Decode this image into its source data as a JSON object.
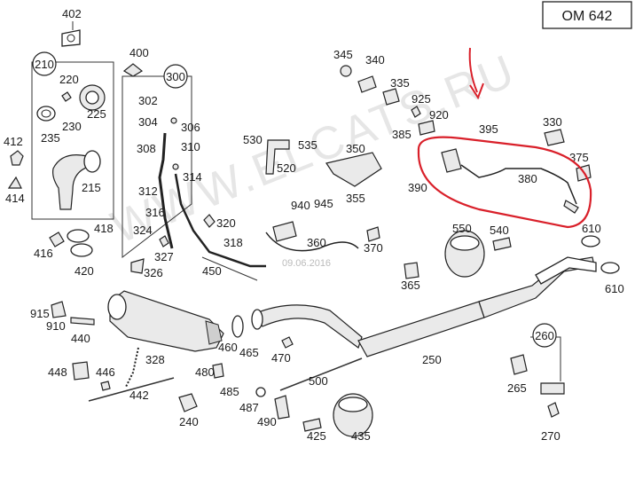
{
  "engine_code": "OM 642",
  "watermark": "WWW.ELCATS.RU",
  "date_stamp": "09.06.2016",
  "colors": {
    "highlight": "#d9202a",
    "line": "#333333",
    "background": "#ffffff"
  },
  "group_labels": {
    "g210": "210",
    "g300": "300",
    "g260": "260"
  },
  "labels": {
    "l402": "402",
    "l400": "400",
    "l220": "220",
    "l225": "225",
    "l230": "230",
    "l235": "235",
    "l412": "412",
    "l414": "414",
    "l215": "215",
    "l418": "418",
    "l416": "416",
    "l420": "420",
    "l302": "302",
    "l304": "304",
    "l306": "306",
    "l308": "308",
    "l310": "310",
    "l312": "312",
    "l314": "314",
    "l316": "316",
    "l320": "320",
    "l324": "324",
    "l318": "318",
    "l327": "327",
    "l326": "326",
    "l450": "450",
    "l915": "915",
    "l910": "910",
    "l440": "440",
    "l328": "328",
    "l448": "448",
    "l446": "446",
    "l442": "442",
    "l345": "345",
    "l340": "340",
    "l335": "335",
    "l925": "925",
    "l920": "920",
    "l530": "530",
    "l535": "535",
    "l520": "520",
    "l350": "350",
    "l385": "385",
    "l395": "395",
    "l330": "330",
    "l375": "375",
    "l380": "380",
    "l390": "390",
    "l355": "355",
    "l940": "940",
    "l945": "945",
    "l360": "360",
    "l370": "370",
    "l550": "550",
    "l540": "540",
    "l610a": "610",
    "l610b": "610",
    "l365": "365",
    "l250": "250",
    "l500": "500",
    "l460": "460",
    "l465": "465",
    "l470": "470",
    "l480": "480",
    "l485": "485",
    "l487": "487",
    "l490": "490",
    "l240": "240",
    "l425": "425",
    "l435": "435",
    "l265": "265",
    "l270": "270"
  }
}
